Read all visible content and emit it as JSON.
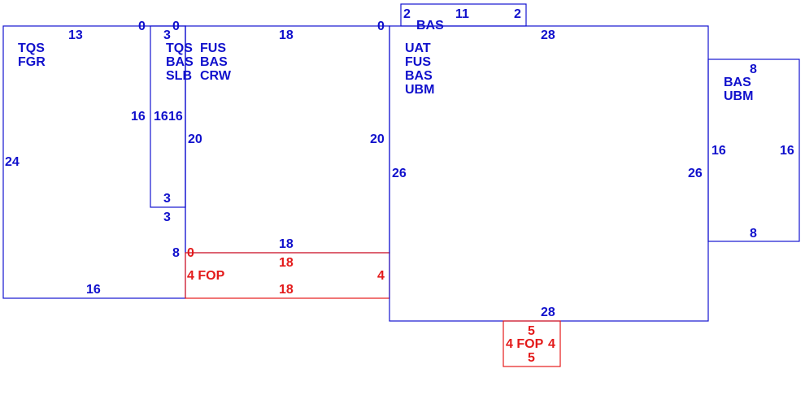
{
  "colors": {
    "blue": "#1515d0",
    "red": "#e61c1c"
  },
  "blocks": [
    {
      "id": "top-small",
      "color": "blue",
      "labels": [
        "2",
        "BAS",
        "11",
        "2"
      ]
    },
    {
      "id": "left-a",
      "color": "blue",
      "labels": [
        "13",
        "TQS",
        "FGR",
        "0",
        "16",
        "24",
        "8",
        "16"
      ]
    },
    {
      "id": "left-narrow",
      "color": "blue",
      "labels": [
        "0",
        "3",
        "TQS",
        "BAS",
        "SLB",
        "16",
        "16",
        "3",
        "3"
      ]
    },
    {
      "id": "mid-top",
      "color": "blue",
      "labels": [
        "18",
        "FUS",
        "BAS",
        "CRW",
        "0",
        "20",
        "20",
        "18",
        "0"
      ]
    },
    {
      "id": "mid-bottom",
      "color": "red",
      "labels": [
        "0",
        "18",
        "4 FOP",
        "4",
        "18"
      ]
    },
    {
      "id": "big",
      "color": "blue",
      "labels": [
        "28",
        "UAT",
        "FUS",
        "BAS",
        "UBM",
        "26",
        "26",
        "28"
      ]
    },
    {
      "id": "right",
      "color": "blue",
      "labels": [
        "8",
        "BAS",
        "UBM",
        "16",
        "16",
        "8"
      ]
    },
    {
      "id": "bottom-small",
      "color": "red",
      "labels": [
        "5",
        "4 FOP",
        "4",
        "5"
      ]
    }
  ]
}
